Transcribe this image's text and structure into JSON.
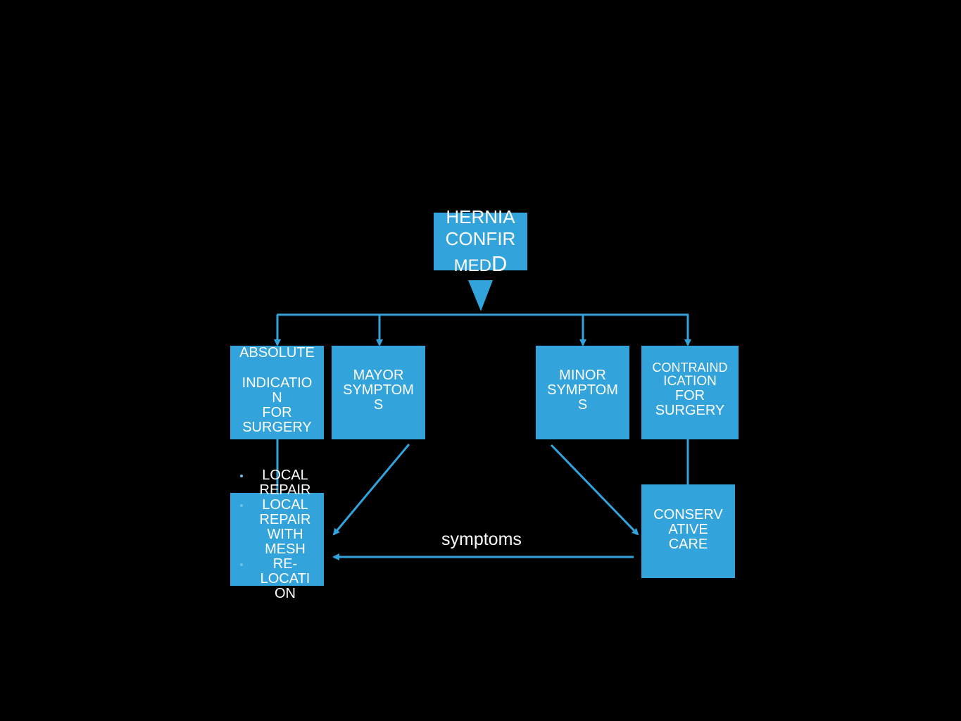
{
  "nodes": {
    "hernia": {
      "l1": "HERNIA",
      "l2": "CONFIR",
      "l3a": "MED",
      "l3b": "D"
    },
    "absolute": {
      "l1": "ABSOLUTE",
      "l2": "INDICATIO",
      "l3": "N",
      "l4": "FOR",
      "l5": "SURGERY"
    },
    "mayor": {
      "l1": "MAYOR",
      "l2": "SYMPTOM",
      "l3": "S"
    },
    "minor": {
      "l1": "MINOR",
      "l2": "SYMPTOM",
      "l3": "S"
    },
    "contraindication": {
      "l1": "CONTRAIND",
      "l2": "ICATION",
      "l3": "FOR",
      "l4": "SURGERY"
    },
    "conservative": {
      "l1": "CONSERV",
      "l2": "ATIVE",
      "l3": "CARE"
    }
  },
  "treatments": [
    [
      "LOCAL",
      "REPAIR"
    ],
    [
      "LOCAL",
      "REPAIR",
      "WITH",
      "MESH"
    ],
    [
      "RE-",
      "LOCATI",
      "ON"
    ]
  ],
  "edge_label": "symptoms",
  "colors": {
    "box": "#33a3dc",
    "line": "#33a3dc",
    "background": "#000000"
  }
}
